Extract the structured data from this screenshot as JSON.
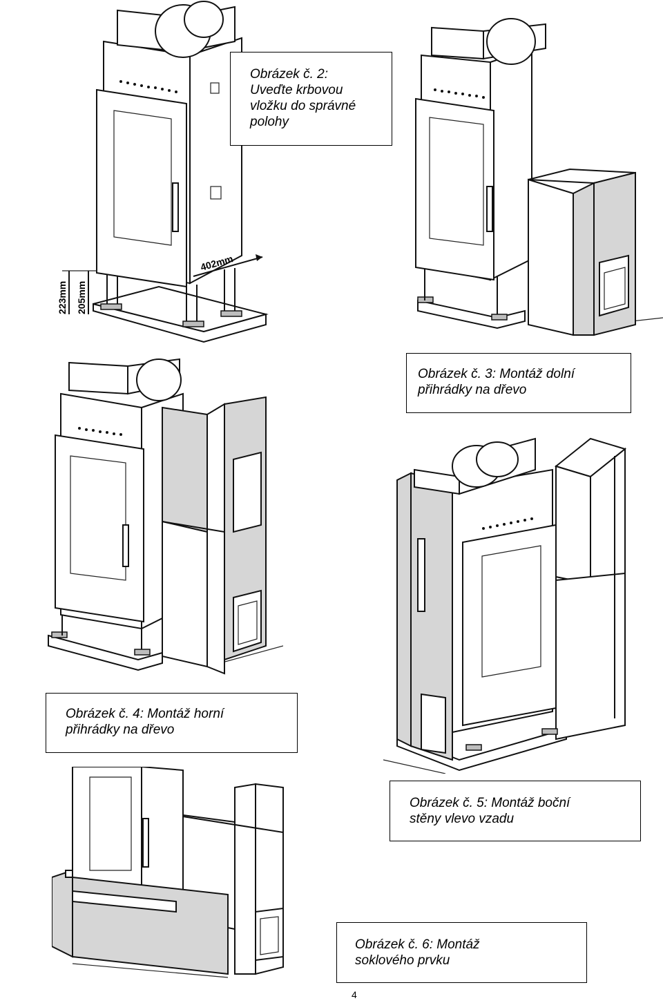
{
  "figures": [
    {
      "id": "fig2",
      "caption_lines": [
        "Obrázek č. 2:",
        "Uveďte krbovou",
        "vložku do správné",
        "polohy"
      ]
    },
    {
      "id": "fig3",
      "caption_lines": [
        "Obrázek č. 3: Montáž dolní",
        "přihrádky na dřevo"
      ]
    },
    {
      "id": "fig4",
      "caption_lines": [
        "Obrázek č. 4: Montáž horní",
        "přihrádky na dřevo"
      ]
    },
    {
      "id": "fig5",
      "caption_lines": [
        "Obrázek č. 5: Montáž boční",
        "stěny vlevo vzadu"
      ]
    },
    {
      "id": "fig6",
      "caption_lines": [
        "Obrázek č. 6: Montáž",
        "soklového prvku"
      ]
    }
  ],
  "dimensions": {
    "width_label": "402mm",
    "height_outer": "223mm",
    "height_inner": "205mm"
  },
  "page_number": "4"
}
